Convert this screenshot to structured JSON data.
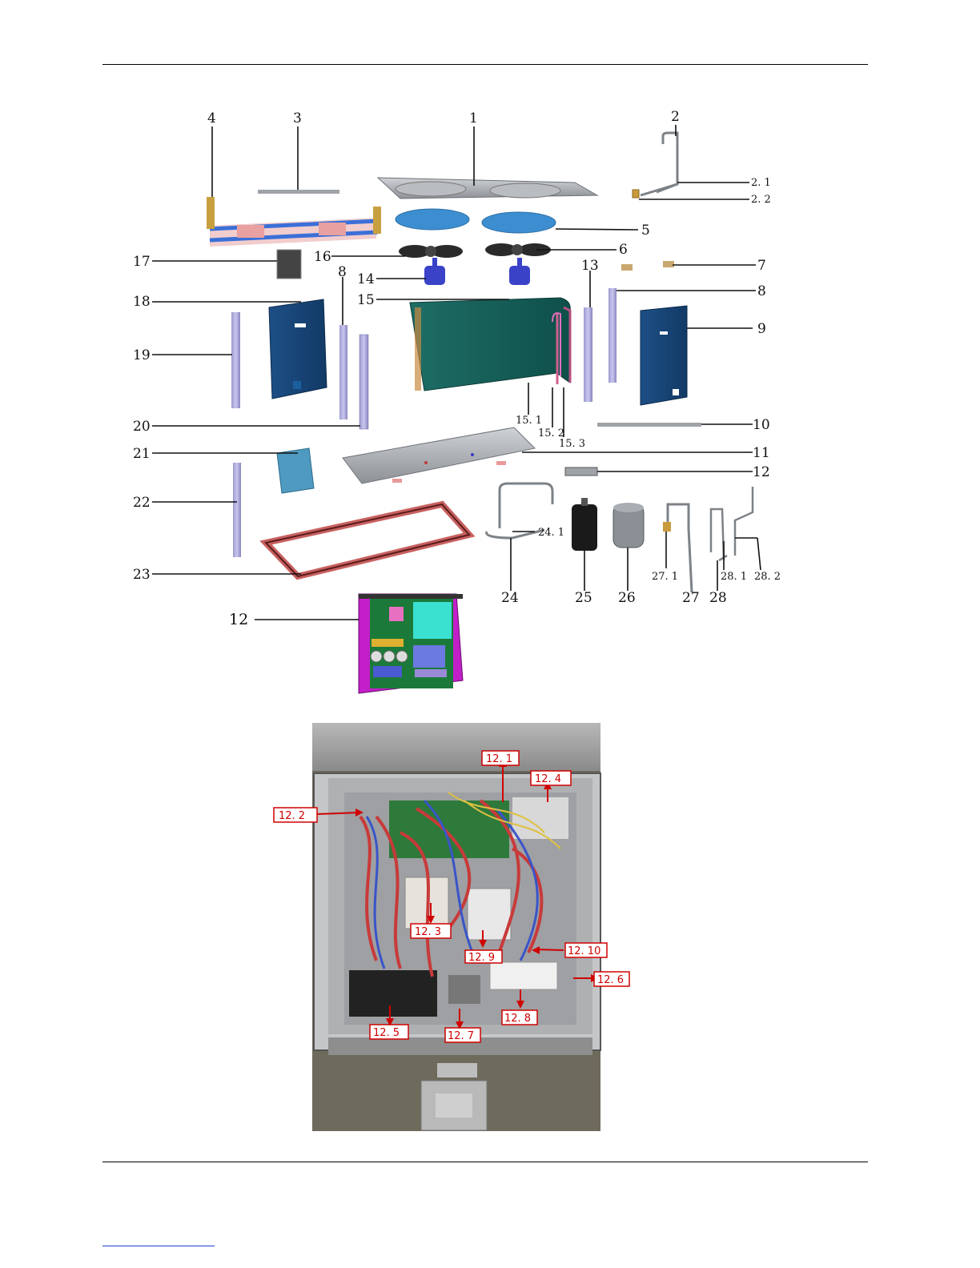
{
  "colors": {
    "label_red": "#d00000",
    "line": "#111111",
    "link_blue": "#1a3fd6"
  },
  "exploded_view": {
    "callouts": [
      {
        "id": "4",
        "text": "4"
      },
      {
        "id": "3",
        "text": "3"
      },
      {
        "id": "1",
        "text": "1"
      },
      {
        "id": "2",
        "text": "2"
      },
      {
        "id": "2.1",
        "text": "2. 1"
      },
      {
        "id": "2.2",
        "text": "2. 2"
      },
      {
        "id": "5",
        "text": "5"
      },
      {
        "id": "6",
        "text": "6"
      },
      {
        "id": "7",
        "text": "7"
      },
      {
        "id": "16",
        "text": "16"
      },
      {
        "id": "17",
        "text": "17"
      },
      {
        "id": "14",
        "text": "14"
      },
      {
        "id": "8a",
        "text": "8"
      },
      {
        "id": "13",
        "text": "13"
      },
      {
        "id": "8b",
        "text": "8"
      },
      {
        "id": "18",
        "text": "18"
      },
      {
        "id": "15",
        "text": "15"
      },
      {
        "id": "9",
        "text": "9"
      },
      {
        "id": "19",
        "text": "19"
      },
      {
        "id": "20",
        "text": "20"
      },
      {
        "id": "15.1",
        "text": "15. 1"
      },
      {
        "id": "15.2",
        "text": "15. 2"
      },
      {
        "id": "15.3",
        "text": "15. 3"
      },
      {
        "id": "10",
        "text": "10"
      },
      {
        "id": "21",
        "text": "21"
      },
      {
        "id": "11",
        "text": "11"
      },
      {
        "id": "12a",
        "text": "12"
      },
      {
        "id": "22",
        "text": "22"
      },
      {
        "id": "24.1",
        "text": "24. 1"
      },
      {
        "id": "23",
        "text": "23"
      },
      {
        "id": "27.1",
        "text": "27. 1"
      },
      {
        "id": "28.1",
        "text": "28. 1"
      },
      {
        "id": "28.2",
        "text": "28. 2"
      },
      {
        "id": "24",
        "text": "24"
      },
      {
        "id": "25",
        "text": "25"
      },
      {
        "id": "26",
        "text": "26"
      },
      {
        "id": "27",
        "text": "27"
      },
      {
        "id": "28",
        "text": "28"
      },
      {
        "id": "12b",
        "text": "12"
      }
    ]
  },
  "control_box_photo": {
    "labels": [
      "12. 1",
      "12. 4",
      "12. 2",
      "12. 3",
      "12. 9",
      "12. 10",
      "12. 6",
      "12. 5",
      "12. 7",
      "12. 8"
    ]
  }
}
